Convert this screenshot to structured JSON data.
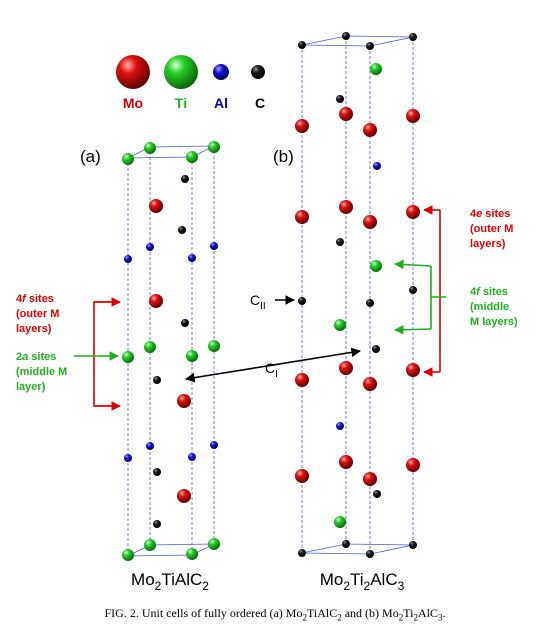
{
  "legend": {
    "items": [
      {
        "symbol": "Mo",
        "color": "#d10000"
      },
      {
        "symbol": "Ti",
        "color": "#20c020"
      },
      {
        "symbol": "Al",
        "color": "#0000c8"
      },
      {
        "symbol": "C",
        "color": "#000000"
      }
    ]
  },
  "panel_a": {
    "label": "(a)",
    "formula": {
      "p1": "Mo",
      "s1": "2",
      "p2": "TiAlC",
      "s2": "2"
    }
  },
  "panel_b": {
    "label": "(b)",
    "formula": {
      "p1": "Mo",
      "s1": "2",
      "p2": "Ti",
      "s2": "2",
      "p3": "AlC",
      "s3": "3"
    }
  },
  "annotations": {
    "a_4f": {
      "line1_num": "4",
      "line1_site": "f",
      "line1_rest": " sites",
      "line2": "(outer M",
      "line3": "layers)",
      "color": "#e00000"
    },
    "a_2a": {
      "line1_num": "2",
      "line1_site": "a",
      "line1_rest": " sites",
      "line2": "(middle M",
      "line3": "layer)",
      "color": "#20b020"
    },
    "b_4e": {
      "line1_num": "4",
      "line1_site": "e",
      "line1_rest": " sites",
      "line2": "(outer M",
      "line3": "layers)",
      "color": "#e00000"
    },
    "b_4f": {
      "line1_num": "4",
      "line1_site": "f",
      "line1_rest": " sites",
      "line2": "(middle",
      "line3": "M layers)",
      "color": "#20b020"
    },
    "c_ii": {
      "base": "C",
      "sub": "II"
    },
    "c_i": {
      "base": "C",
      "sub": "I"
    }
  },
  "caption": {
    "prefix": "FIG. 2. Unit cells of fully ordered (a) ",
    "f1": {
      "p1": "Mo",
      "s1": "2",
      "p2": "TiAlC",
      "s2": "2"
    },
    "middle": " and (b) ",
    "f2": {
      "p1": "Mo",
      "s1": "2",
      "p2": "Ti",
      "s2": "2",
      "p3": "AlC",
      "s3": "3"
    },
    "suffix": "."
  },
  "colors": {
    "mo": "#d10000",
    "ti": "#20c020",
    "al": "#0000c8",
    "c": "#000000",
    "cell": "#4a5ad8"
  }
}
